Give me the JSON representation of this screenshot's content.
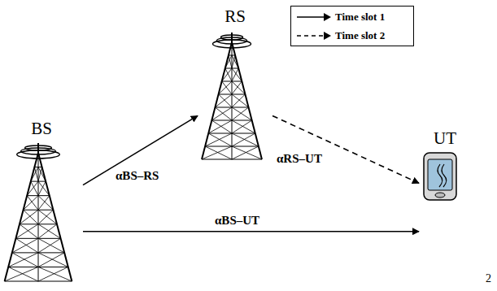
{
  "diagram": {
    "nodes": [
      {
        "text": [
          "RS"
        ]
      },
      {
        "text": [
          "BS"
        ]
      },
      {
        "text": [
          "UT"
        ]
      }
    ],
    "edges": [
      {
        "from": 1,
        "to": 0,
        "arrow": "to",
        "label": "αBS–RS"
      },
      {
        "from": 0,
        "to": 2,
        "arrow": "to",
        "label": "αRS–UT"
      },
      {
        "from": 1,
        "to": 2,
        "arrow": "to",
        "label": "αBS–UT"
      }
    ],
    "labels": [
      "2"
    ],
    "legend": [
      {
        "text": "Time slot 1"
      },
      {
        "text": "Time slot 2"
      }
    ]
  }
}
